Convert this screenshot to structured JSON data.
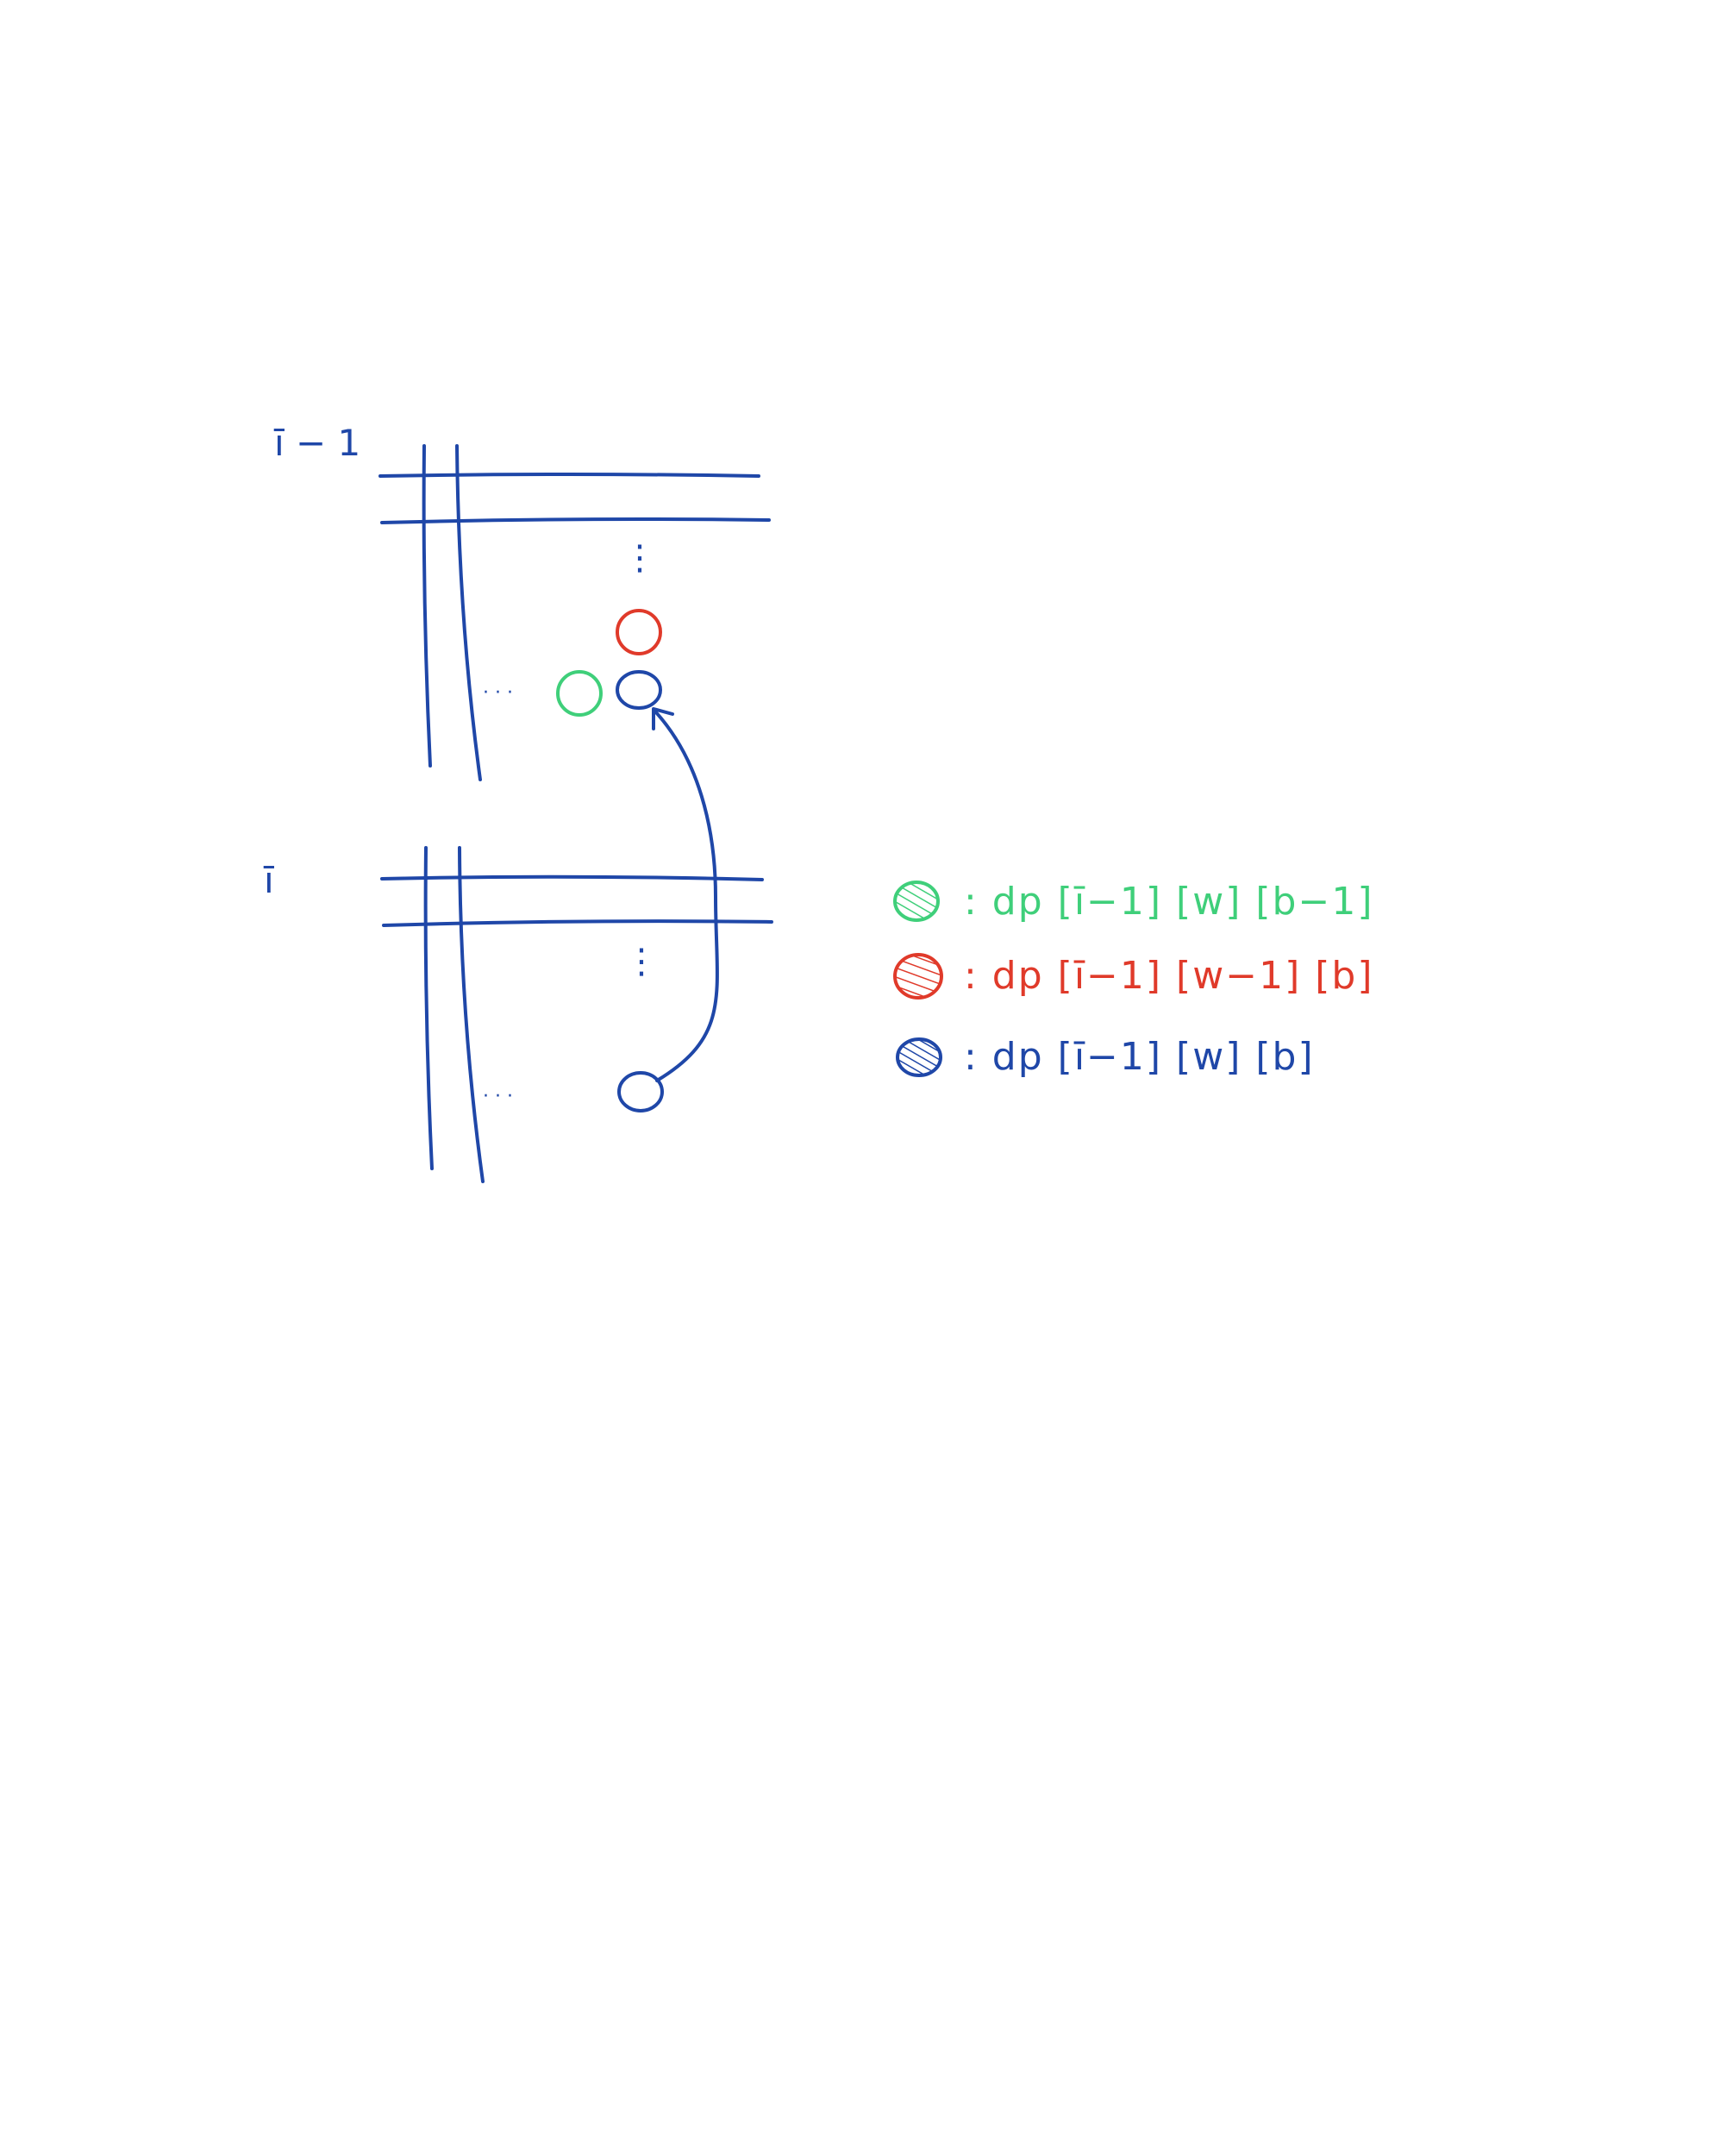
{
  "colors": {
    "grid": "#1f47a8",
    "green": "#3fcf7a",
    "red": "#e03a2a",
    "blue": "#1f47a8"
  },
  "layers": {
    "upper_label": "ī − 1",
    "lower_label": "ī"
  },
  "dots": {
    "vertical": "⋮",
    "horizontal": "· · ·"
  },
  "legend": {
    "green_text": ": dp [ī−1] [w] [b−1]",
    "red_text": ": dp [ī−1] [w−1] [b]",
    "blue_text": ": dp [ī−1] [w] [b]"
  }
}
